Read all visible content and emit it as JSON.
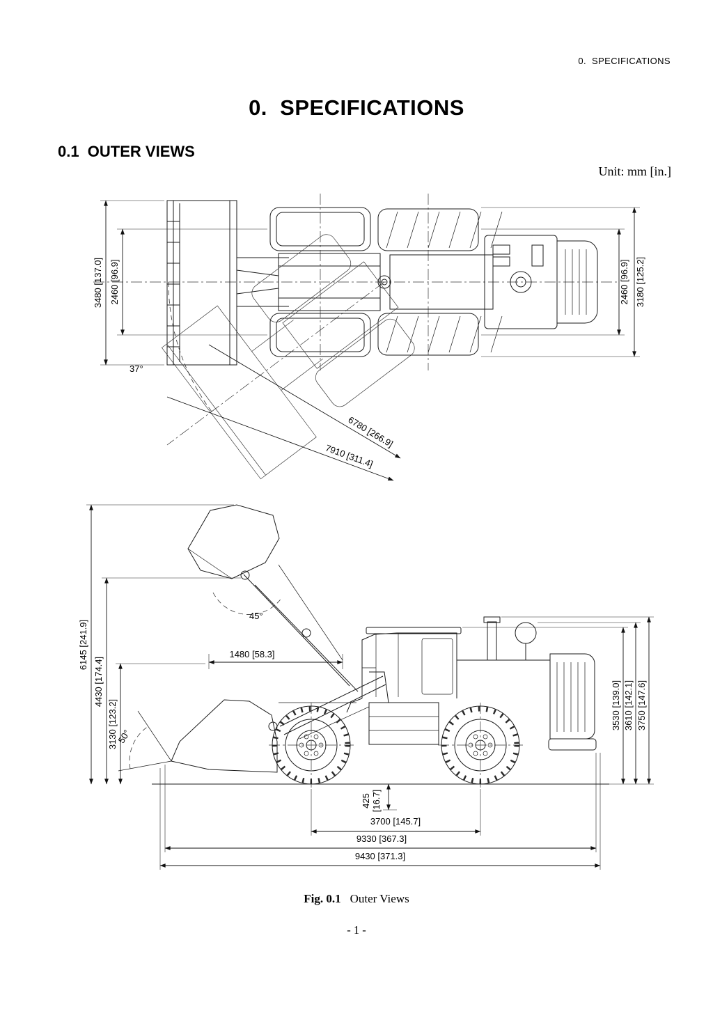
{
  "page": {
    "running_header": "0.  SPECIFICATIONS",
    "title": "0.  SPECIFICATIONS",
    "section_heading": "0.1  OUTER VIEWS",
    "unit_note": "Unit: mm [in.]",
    "figure_label": "Fig. 0.1",
    "figure_title": "Outer Views",
    "page_number": "- 1 -"
  },
  "top_view": {
    "overall_width_bucket": "3480 [137.0]",
    "tread_left": "2460 [96.9]",
    "tread_right": "2460 [96.9]",
    "overall_width_tires": "3180 [125.2]",
    "articulation_angle": "37°",
    "clearance_radius_bucket": "6780 [266.9]",
    "clearance_radius_outer": "7910 [311.4]"
  },
  "side_view": {
    "overall_height_bucket_raised": "6145 [241.9]",
    "hinge_pin_height": "4430 [174.4]",
    "dump_clearance": "3130 [123.2]",
    "dump_angle": "45°",
    "dump_reach": "1480 [58.3]",
    "rollback_angle": "50°",
    "cab_height": "3530 [139.0]",
    "exhaust_height": "3610 [142.1]",
    "overall_height": "3750 [147.6]",
    "ground_clearance_mm": "425",
    "ground_clearance_in": "[16.7]",
    "wheelbase": "3700 [145.7]",
    "length_to_bucket": "9330 [367.3]",
    "overall_length": "9430 [371.3]"
  }
}
